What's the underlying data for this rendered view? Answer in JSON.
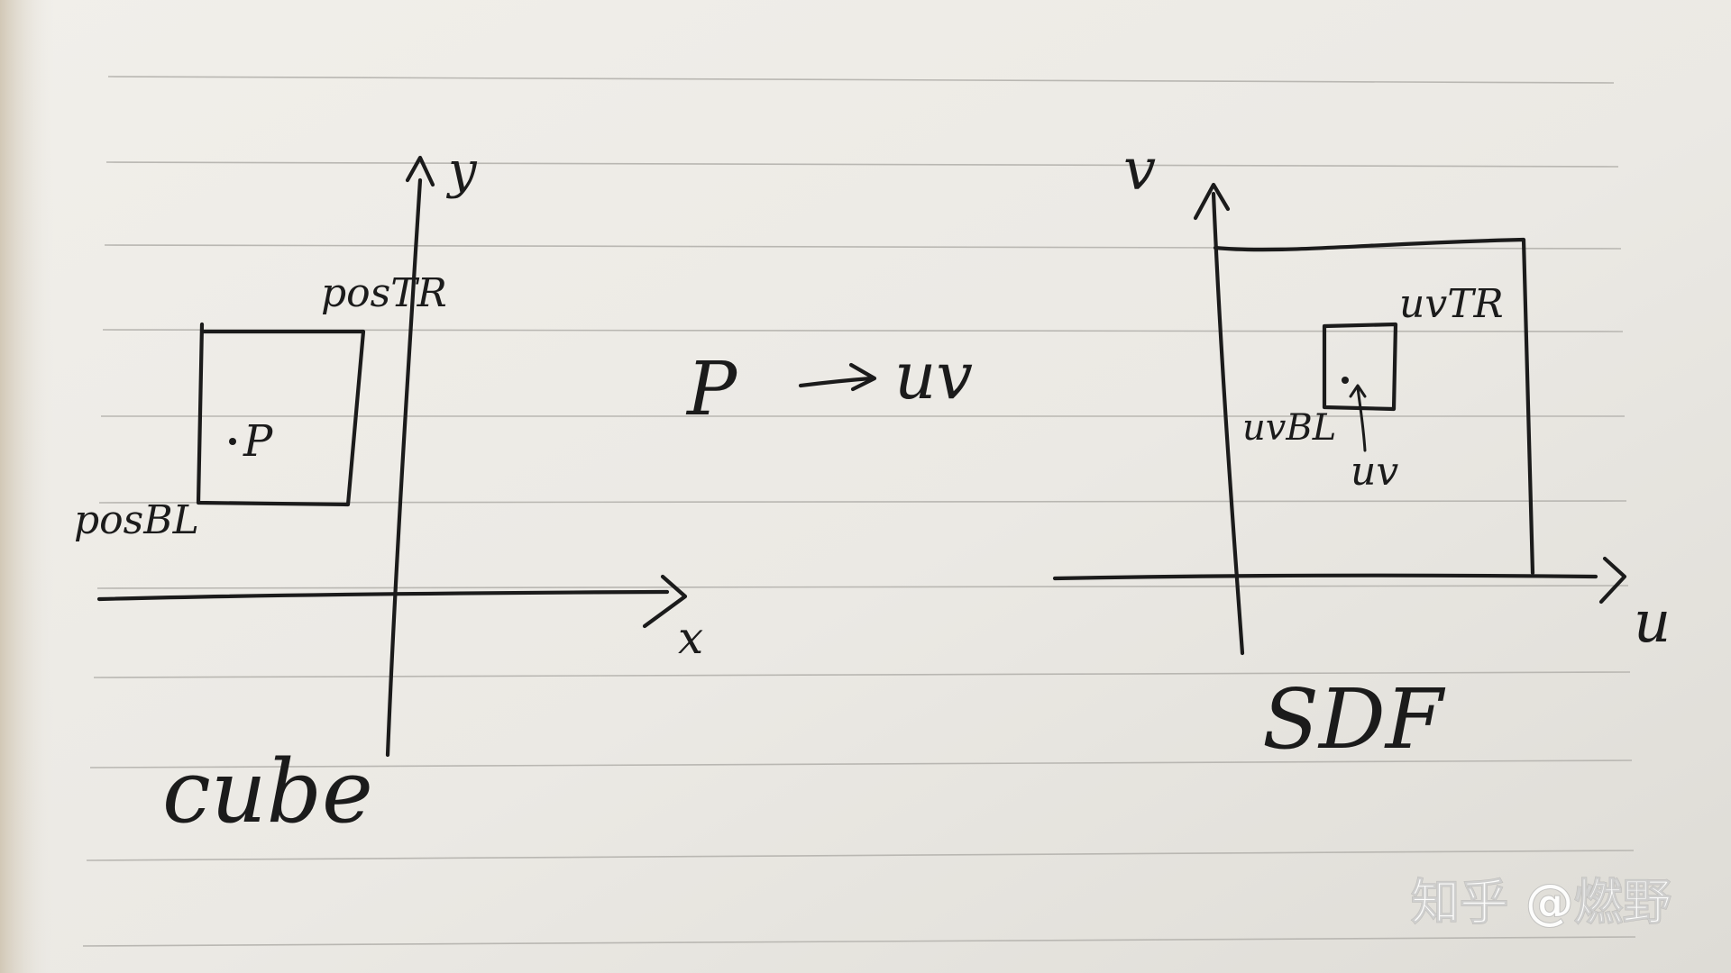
{
  "notebook": {
    "paper_color": "#ebe9e4",
    "ink_color": "#1b1b1b"
  },
  "left_diagram": {
    "axis_y_label": "y",
    "axis_x_label": "x",
    "pos_tr_label": "posTR",
    "pos_bl_label": "posBL",
    "point_label": "P",
    "caption": "cube"
  },
  "middle": {
    "from_label": "P",
    "to_label": "uv"
  },
  "right_diagram": {
    "axis_v_label": "v",
    "axis_u_label": "u",
    "uv_tr_label": "uvTR",
    "uv_bl_label": "uvBL",
    "uv_point_label": "uv",
    "caption": "SDF"
  },
  "watermark": {
    "text": "知乎 @燃野"
  }
}
